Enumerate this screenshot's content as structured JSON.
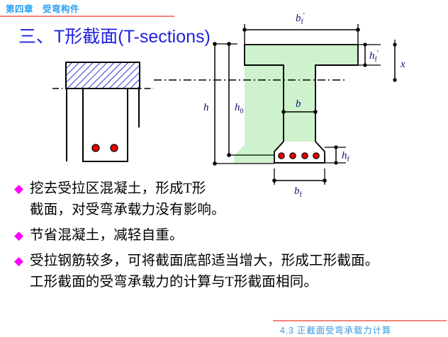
{
  "header": {
    "chapter_label": "第四章　受弯构件",
    "rule_color": "#f4847a",
    "text_color": "#2a9df4"
  },
  "title": {
    "text": "三、T形截面(T-sections)",
    "color": "#2020e0"
  },
  "figures": {
    "left": {
      "name": "rectangular-to-T-derivation",
      "hatch_color": "#0000cc",
      "rebar_color": "#ee0000",
      "outline_color": "#000000",
      "rebar_count": 2,
      "centroid_line_style": "dash-dot"
    },
    "right": {
      "name": "T-section-dimensions",
      "fill_color": "#cdf2cd",
      "outline_color": "#000000",
      "rebar_color": "#ee0000",
      "rebar_count": 4,
      "labels": {
        "bf_top": {
          "base": "b",
          "sub": "f",
          "prime": "'"
        },
        "hf_top": {
          "base": "h",
          "sub": "f",
          "prime": "'"
        },
        "x": {
          "base": "x",
          "sub": "",
          "prime": ""
        },
        "h": {
          "base": "h",
          "sub": "",
          "prime": ""
        },
        "h0": {
          "base": "h",
          "sub": "0",
          "prime": ""
        },
        "b": {
          "base": "b",
          "sub": "",
          "prime": ""
        },
        "hf_bottom": {
          "base": "h",
          "sub": "f",
          "prime": ""
        },
        "bf_bottom": {
          "base": "b",
          "sub": "f",
          "prime": ""
        }
      }
    }
  },
  "bullets": [
    {
      "marker": "◆",
      "lines": [
        "挖去受拉区混凝土，形成T形",
        "截面，对受弯承载力没有影响。"
      ]
    },
    {
      "marker": "◆",
      "lines": [
        "节省混凝土，减轻自重。"
      ]
    },
    {
      "marker": "◆",
      "lines": [
        "受拉钢筋较多，可将截面底部适当增大，形成工形截面。",
        "工形截面的受弯承载力的计算与T形截面相同。"
      ]
    }
  ],
  "footer": {
    "text": "4.3  正截面受弯承载力计算",
    "rule_color": "#f4847a",
    "text_color": "#3b9ae0"
  }
}
